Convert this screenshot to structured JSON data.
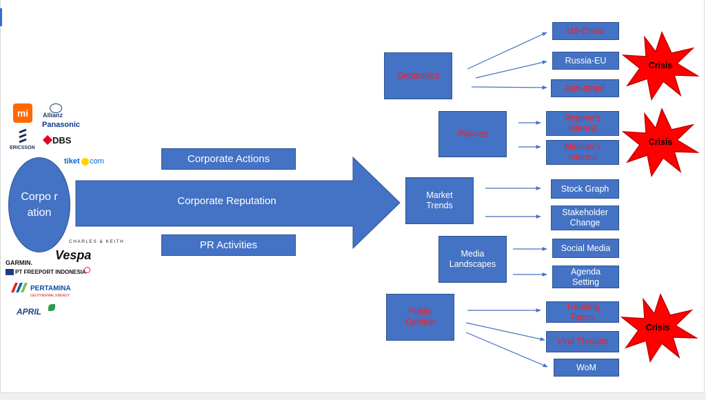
{
  "corporation": {
    "label": "Corporation",
    "text": "Corpo ration"
  },
  "center": {
    "reputation": "Corporate Reputation",
    "actions": "Corporate Actions",
    "pr": "PR Activities"
  },
  "categories": [
    {
      "key": "geopolitics",
      "label": "Geopolitics",
      "red": true
    },
    {
      "key": "policies",
      "label": "Policies",
      "red": true
    },
    {
      "key": "market",
      "label": "Market Trends",
      "red": false
    },
    {
      "key": "media",
      "label": "Media Landscapes",
      "red": false
    },
    {
      "key": "public",
      "label": "Public Opinion",
      "red": true
    }
  ],
  "factors": [
    {
      "label": "US-China",
      "red": true
    },
    {
      "label": "Russia-EU",
      "red": false
    },
    {
      "label": "Iran-Israel",
      "red": true
    },
    {
      "label": "Regime's Interest",
      "red": true
    },
    {
      "label": "Minister's Interest",
      "red": true
    },
    {
      "label": "Stock Graph",
      "red": false
    },
    {
      "label": "Stakeholder Change",
      "red": false
    },
    {
      "label": "Social Media",
      "red": false
    },
    {
      "label": "Agenda Setting",
      "red": false
    },
    {
      "label": "Trending Topics",
      "red": true
    },
    {
      "label": "Viral Threads",
      "red": true
    },
    {
      "label": "WoM",
      "red": false
    }
  ],
  "crisis_label": "Crisis",
  "logos": {
    "mi": "mi",
    "allianz": "Allianz",
    "panasonic": "Panasonic",
    "ericsson": "ERICSSON",
    "dbs": "DBS",
    "tiket": "tiket",
    "tiket_suffix": "com",
    "charles": "CHARLES & KEITH",
    "garmin": "GARMIN.",
    "vespa": "Vespa",
    "freeport": "PT FREEPORT INDONESIA",
    "pertamina": "PERTAMINA",
    "pertamina_sub": "GEOTHERMAL ENERGY",
    "april": "APRIL"
  },
  "colors": {
    "box": "#4472c4",
    "border": "#2f528f",
    "red_text": "#ff1a1a",
    "starburst": "#ff0000"
  }
}
